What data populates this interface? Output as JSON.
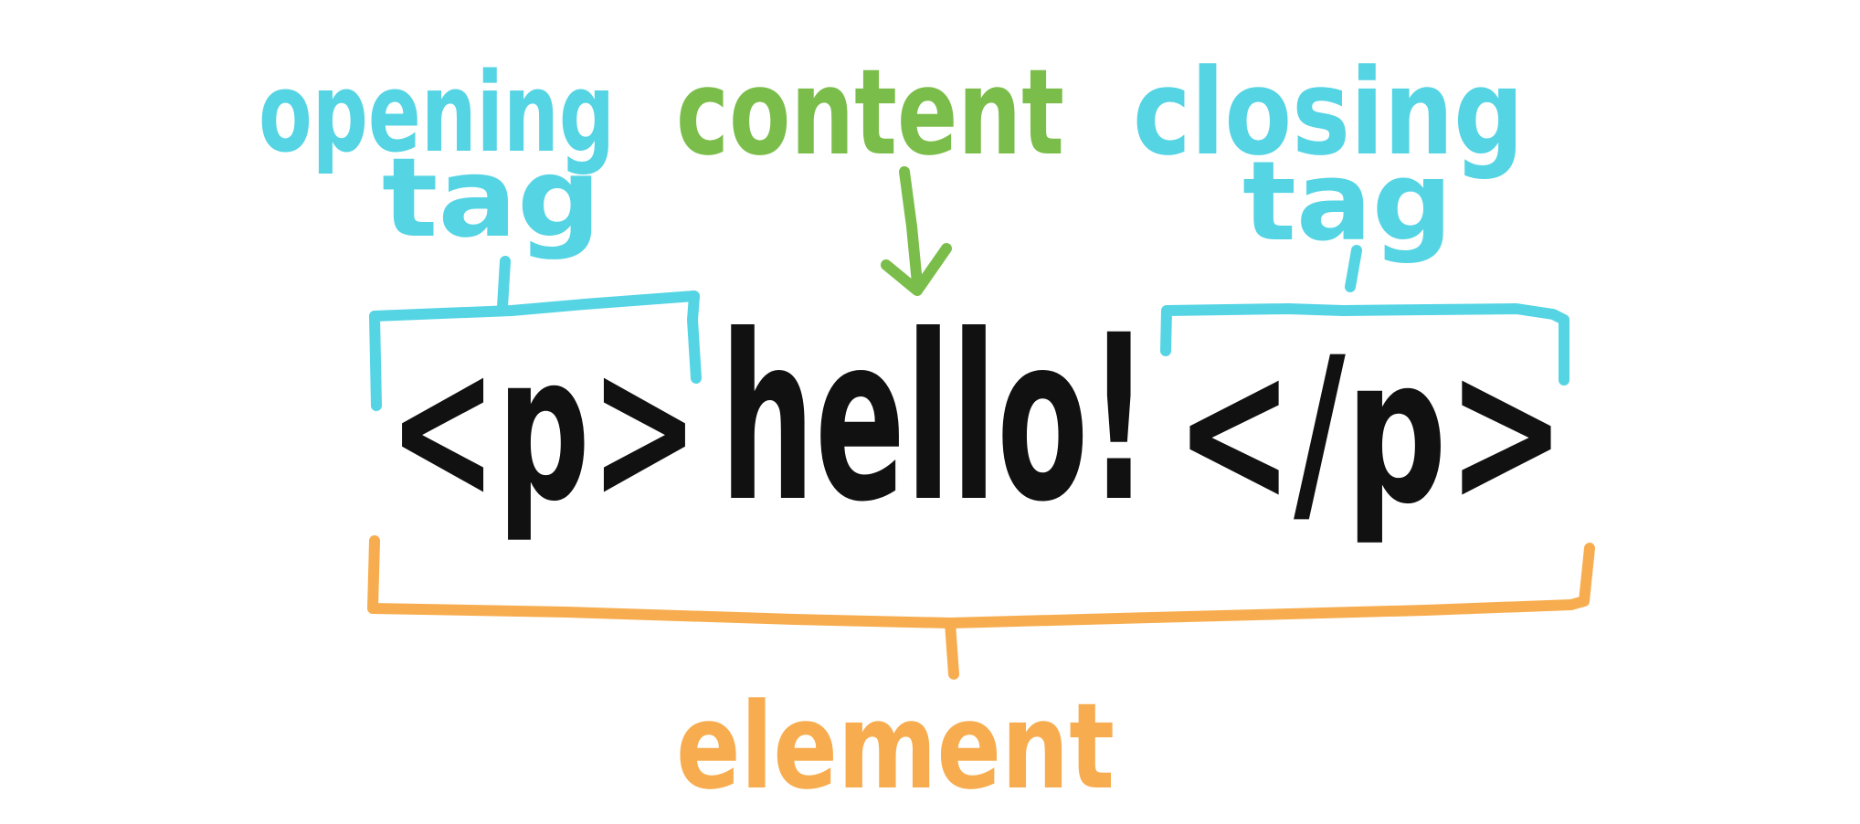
{
  "labels": {
    "opening_tag_line1": "opening",
    "opening_tag_line2": "tag",
    "content": "content",
    "closing_tag_line1": "closing",
    "closing_tag_line2": "tag",
    "element": "element"
  },
  "code": {
    "opening": "<p>",
    "content": "hello!",
    "closing": "</p>"
  },
  "colors": {
    "tag": "#55d4e4",
    "content": "#7bbd4a",
    "element": "#f7ad4f",
    "code": "#111111"
  }
}
